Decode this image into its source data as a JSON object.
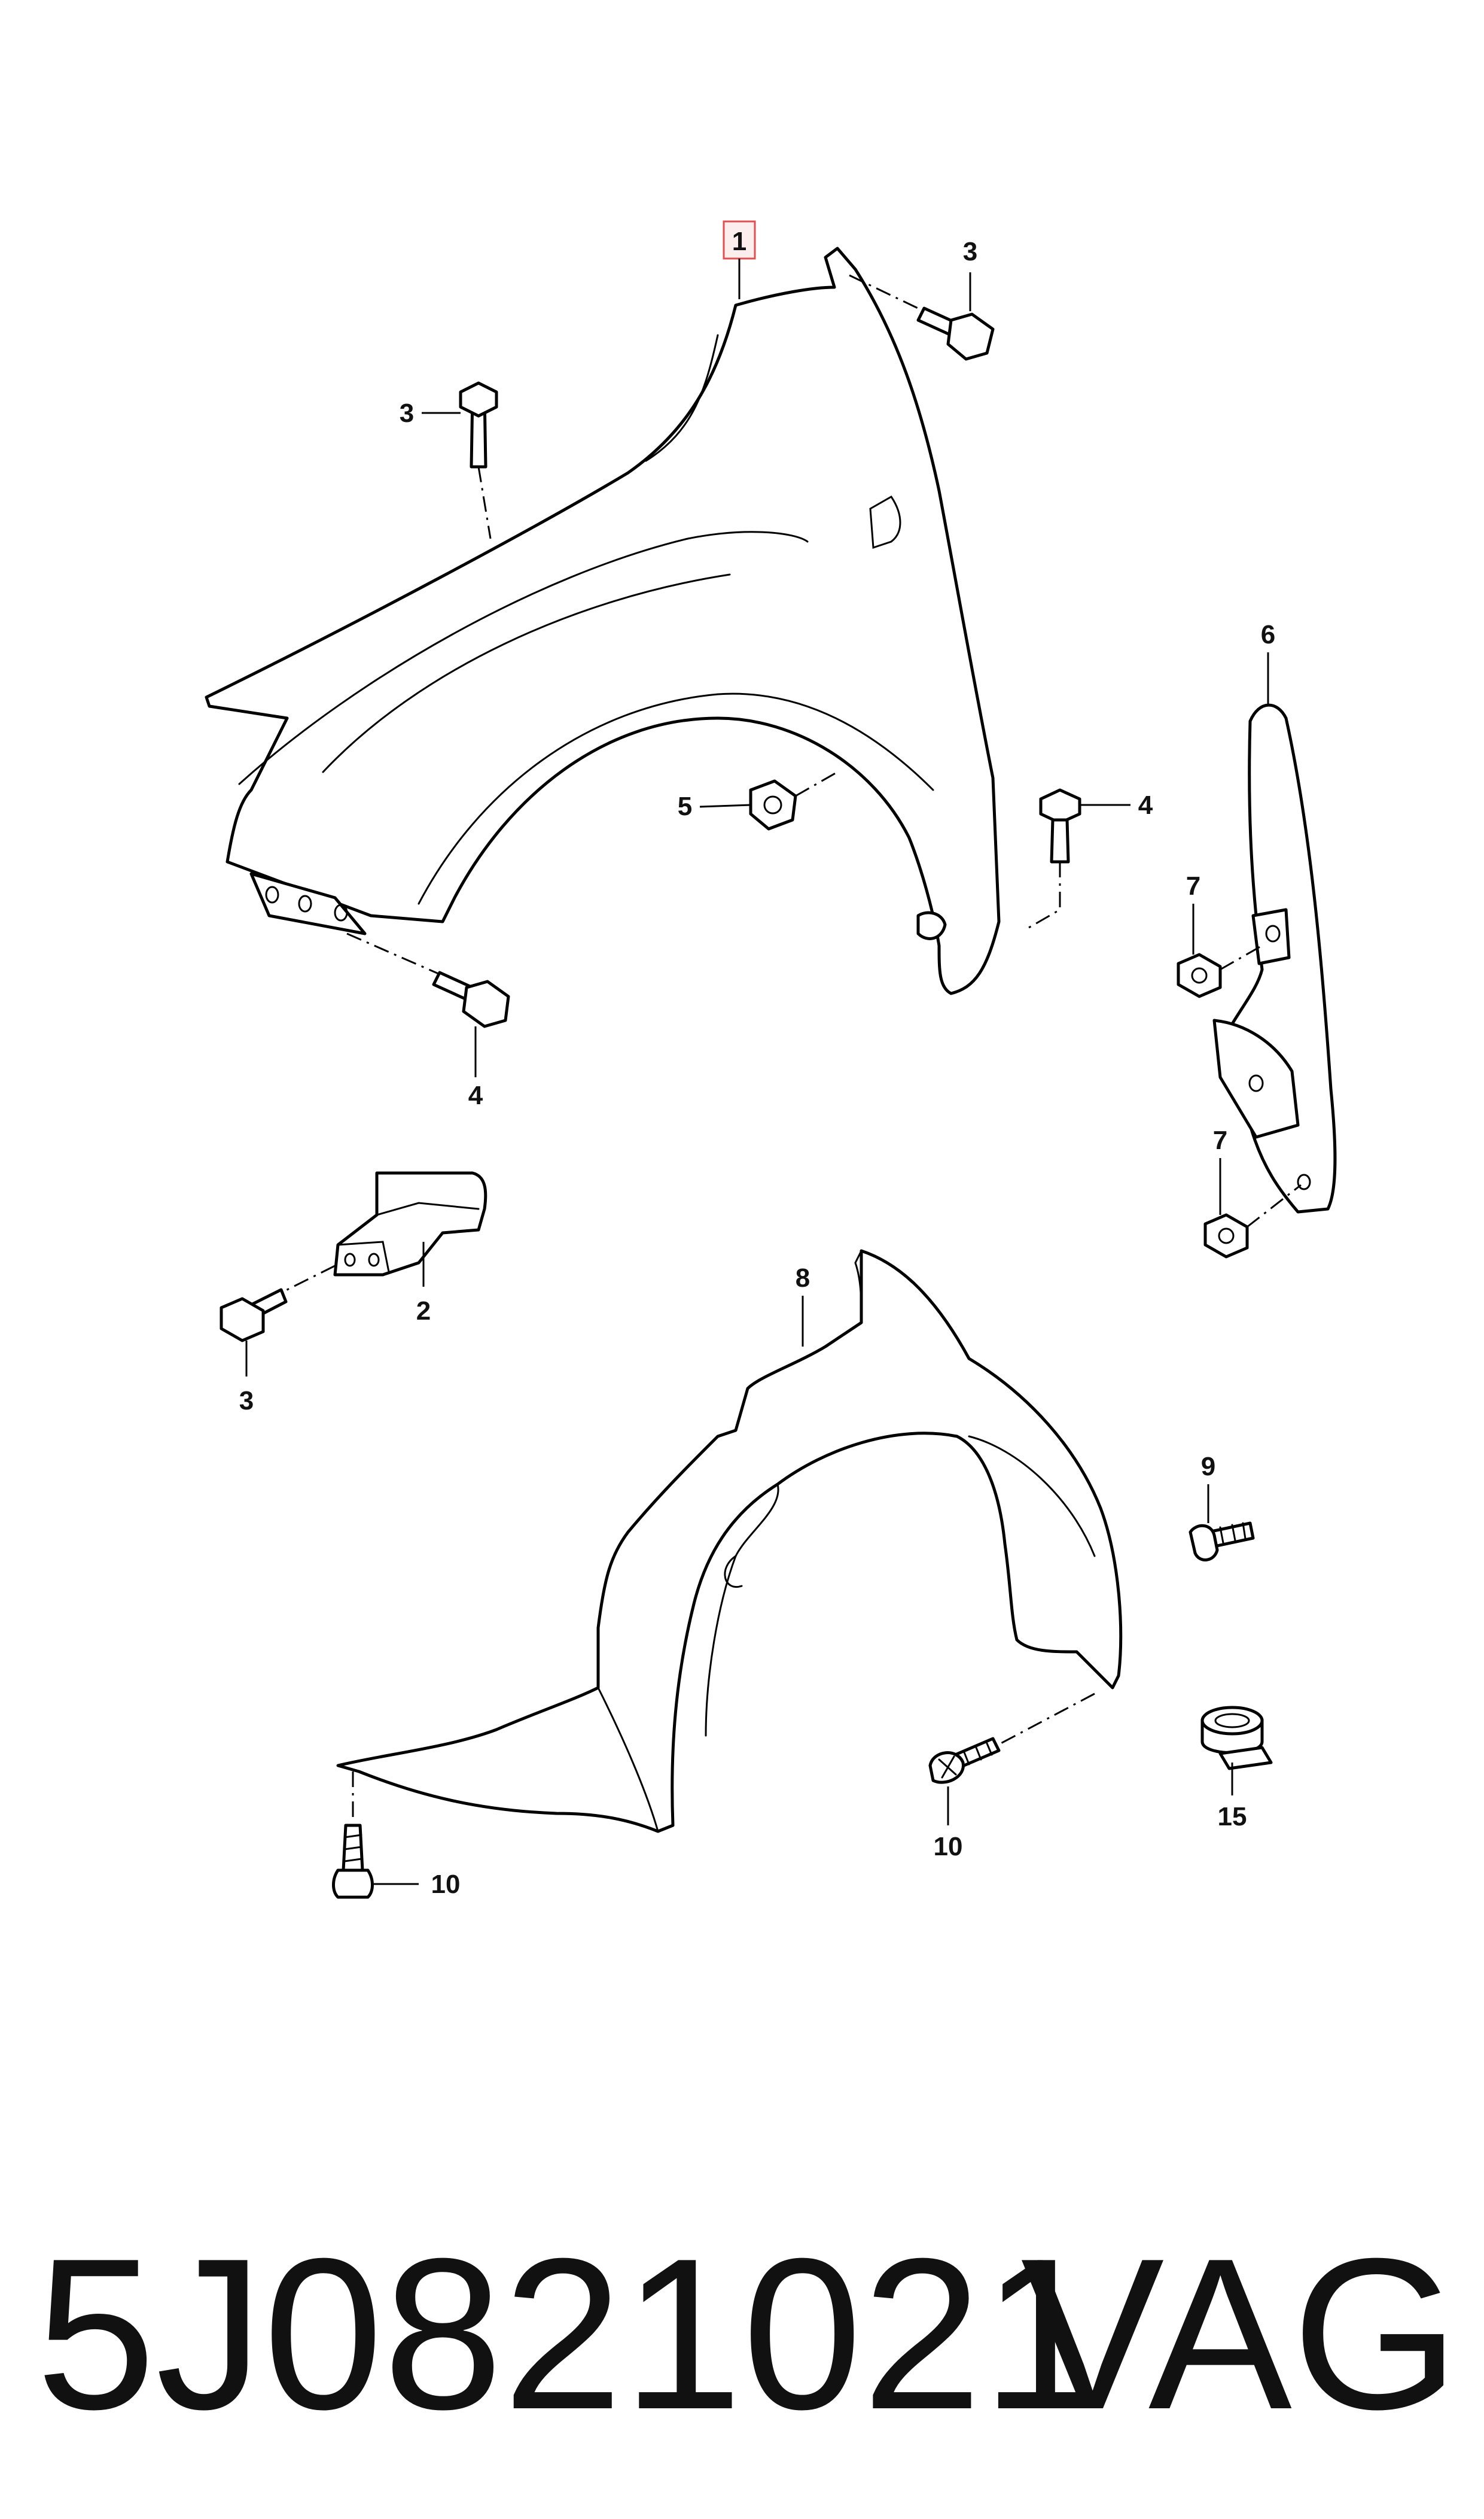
{
  "diagram": {
    "callouts": {
      "c1": "1",
      "c2": "2",
      "c3a": "3",
      "c3b": "3",
      "c3c": "3",
      "c4a": "4",
      "c4b": "4",
      "c5": "5",
      "c6": "6",
      "c7a": "7",
      "c7b": "7",
      "c8": "8",
      "c9": "9",
      "c10a": "10",
      "c10b": "10",
      "c15": "15"
    }
  },
  "caption": {
    "part_number": "5J0821021",
    "brand": "VAG"
  }
}
